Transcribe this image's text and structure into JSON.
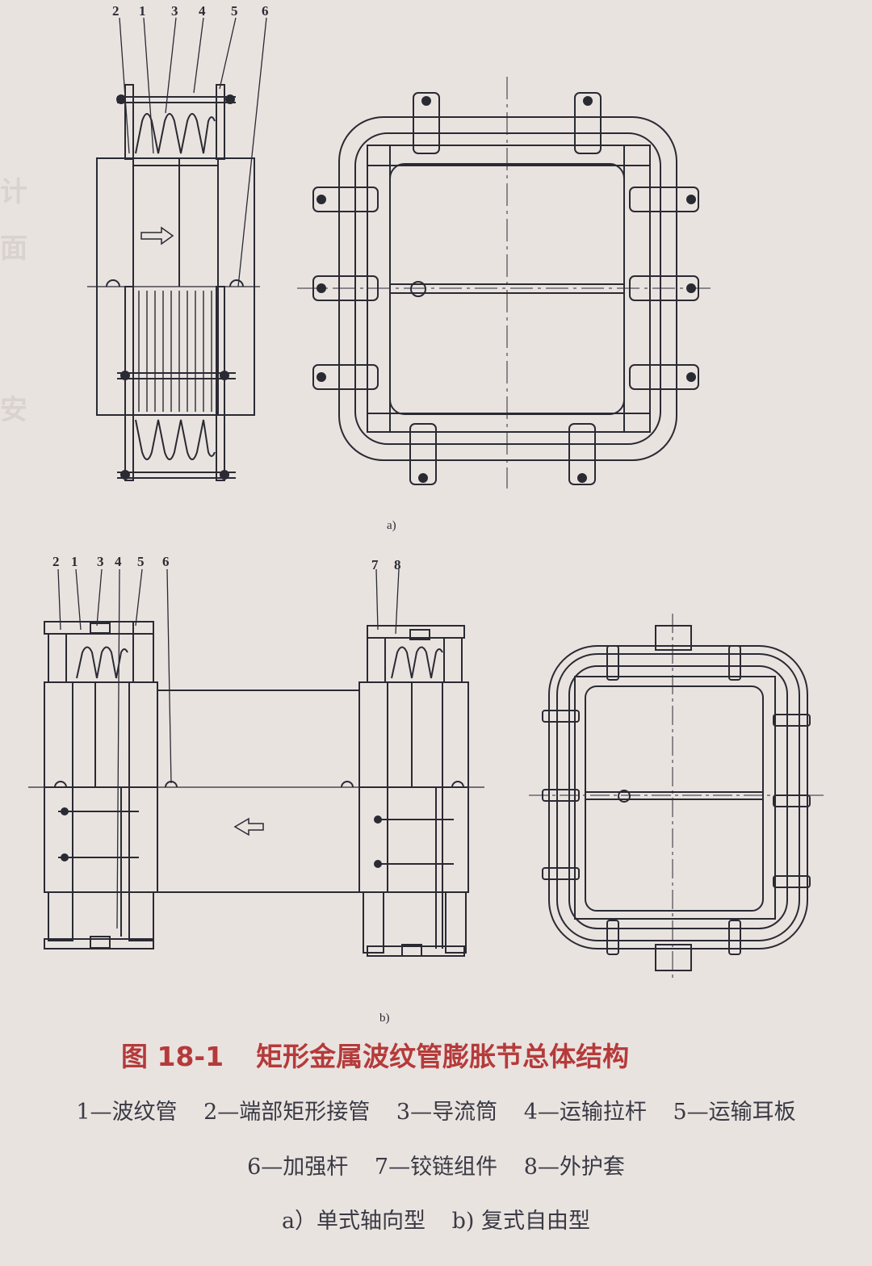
{
  "figure": {
    "part_a": {
      "callouts": [
        "2",
        "1",
        "3",
        "4",
        "5",
        "6"
      ],
      "sub_label": "a)"
    },
    "part_b": {
      "callouts": [
        "2",
        "1",
        "3",
        "4",
        "5",
        "6",
        "7",
        "8"
      ],
      "sub_label": "b)"
    }
  },
  "caption": {
    "number": "图 18-1",
    "title": "矩形金属波纹管膨胀节总体结构",
    "legend_line1": [
      "1—波纹管",
      "2—端部矩形接管",
      "3—导流筒",
      "4—运输拉杆",
      "5—运输耳板"
    ],
    "legend_line2": [
      "6—加强杆",
      "7—铰链组件",
      "8—外护套"
    ],
    "legend_line3": [
      "a）单式轴向型",
      "b) 复式自由型"
    ]
  },
  "colors": {
    "paper": "#e9e3e0",
    "ink": "#2a2a33",
    "caption_red": "#b53a3a"
  }
}
